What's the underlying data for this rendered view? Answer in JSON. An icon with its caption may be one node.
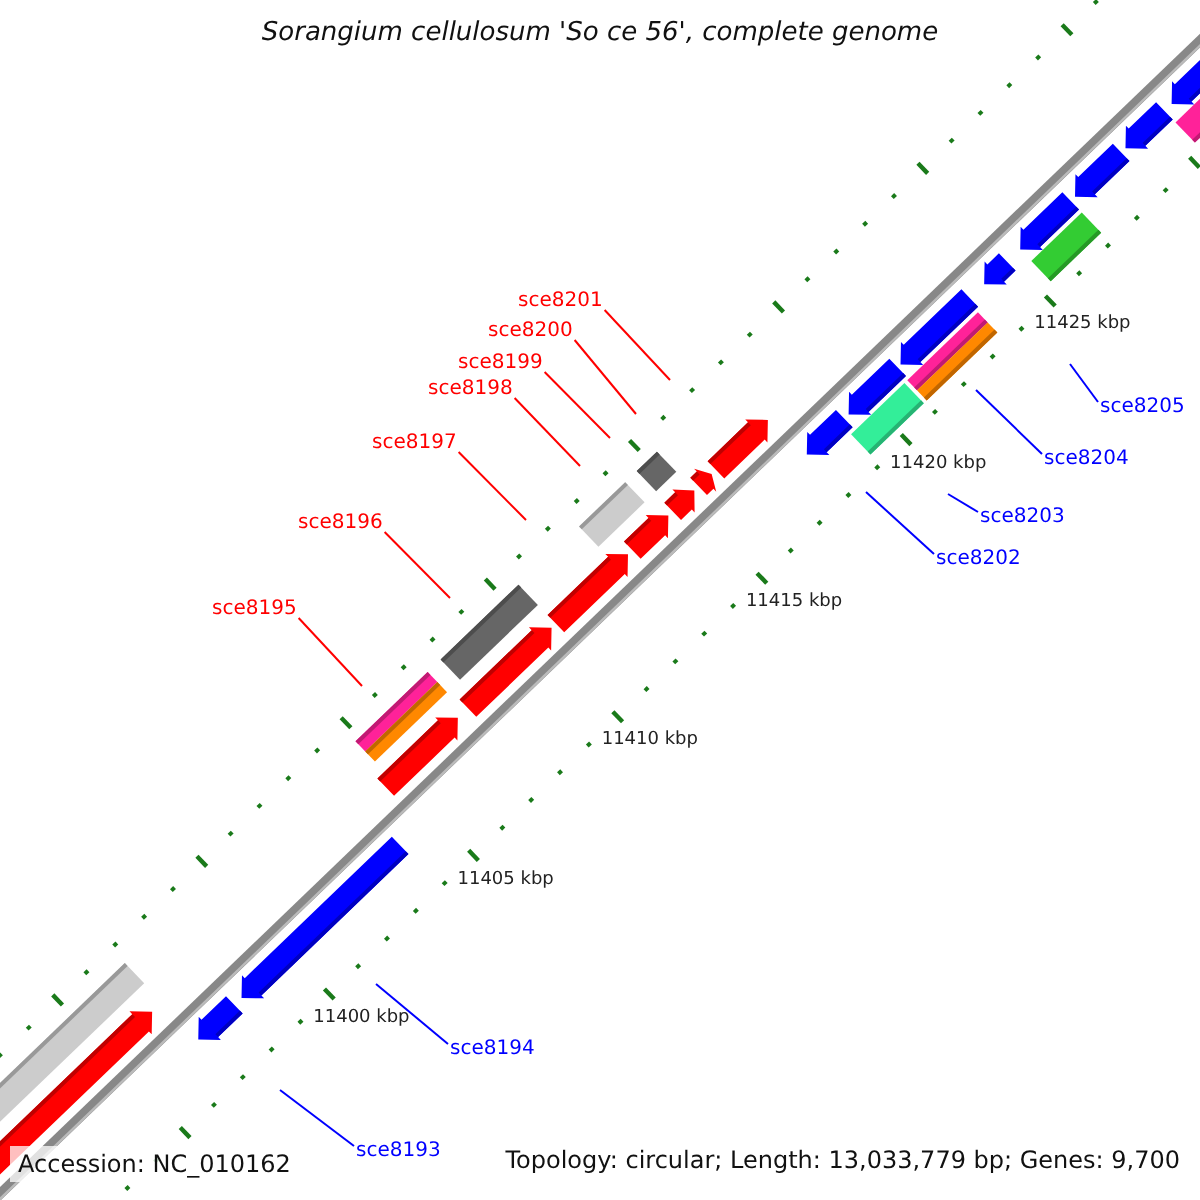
{
  "diagram": {
    "title": "Sorangium cellulosum 'So ce 56', complete genome",
    "nodes": [
      {
        "text": [
          "sce8193"
        ]
      },
      {
        "text": [
          "sce8194"
        ]
      },
      {
        "text": [
          "sce8195"
        ]
      },
      {
        "text": [
          "sce8196"
        ]
      },
      {
        "text": [
          "sce8197"
        ]
      },
      {
        "text": [
          "sce8198"
        ]
      },
      {
        "text": [
          "sce8199"
        ]
      },
      {
        "text": [
          "sce8200"
        ]
      },
      {
        "text": [
          "sce8201"
        ]
      },
      {
        "text": [
          "sce8202"
        ]
      },
      {
        "text": [
          "sce8203"
        ]
      },
      {
        "text": [
          "sce8204"
        ]
      },
      {
        "text": [
          "sce8205"
        ]
      }
    ],
    "edges": [
      {
        "from": 0,
        "to": null,
        "arrow": "none",
        "color": "#0000ff"
      },
      {
        "from": 1,
        "to": null,
        "arrow": "none",
        "color": "#0000ff"
      },
      {
        "from": 2,
        "to": null,
        "arrow": "none"
      },
      {
        "from": 3,
        "to": null,
        "arrow": "none"
      },
      {
        "from": 4,
        "to": null,
        "arrow": "none"
      },
      {
        "from": 5,
        "to": null,
        "arrow": "none"
      },
      {
        "from": 6,
        "to": null,
        "arrow": "none"
      },
      {
        "from": 7,
        "to": null,
        "arrow": "none"
      },
      {
        "from": 8,
        "to": null,
        "arrow": "none"
      },
      {
        "from": 9,
        "to": null,
        "arrow": "none",
        "color": "#0000ff"
      },
      {
        "from": 10,
        "to": null,
        "arrow": "none",
        "color": "#0000ff"
      },
      {
        "from": 11,
        "to": null,
        "arrow": "none",
        "color": "#0000ff"
      },
      {
        "from": 12,
        "to": null,
        "arrow": "none",
        "color": "#0000ff"
      }
    ],
    "labels": [
      "11425 kbp",
      "11420 kbp",
      "11415 kbp",
      "11410 kbp",
      "11405 kbp",
      "11400 kbp",
      "Accession: NC_010162",
      "Topology: circular; Length: 13,033,779 bp; Genes: 9,700"
    ]
  }
}
